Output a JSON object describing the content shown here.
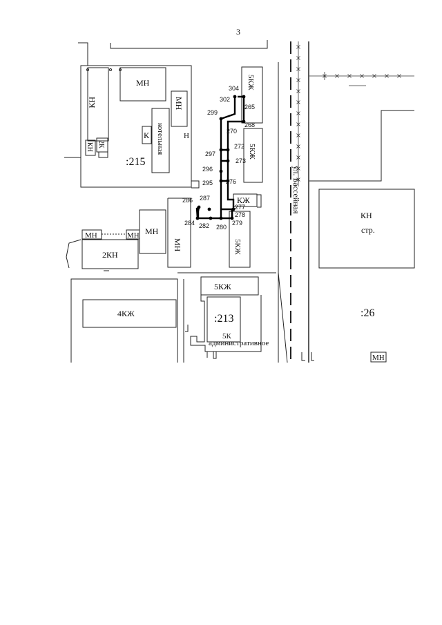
{
  "page_number": "3",
  "parcels": {
    "p215": ":215",
    "p213": ":213",
    "p26": ":26"
  },
  "street": "ул. Бассейная",
  "buildings": {
    "mn_top": "МН",
    "mn_tall": "МН",
    "kn_left": "КН",
    "kotelnaya": "котельная",
    "k_box": "К",
    "h_mark": "Н",
    "kn_small": "КН",
    "k2_small": "2К",
    "kzh5_top": "5КЖ",
    "kzh5_mid": "5КЖ",
    "kzh_small": "КЖ",
    "mn_mid": "МН",
    "mn_mid_tall": "МН",
    "mn_tag_left": "МН",
    "mn_tag_right": "МН",
    "kn2": "2КН",
    "kzh5_low": "5КЖ",
    "kzh4": "4КЖ",
    "kzh5_bottom": "5КЖ",
    "k5": "5К",
    "admin": "административное",
    "kn_right": "КН",
    "str": "стр.",
    "mn_tag_br": "МН"
  },
  "points": {
    "p304": "304",
    "p302": "302",
    "p265": "265",
    "p299": "299",
    "p268": "268",
    "p270": "270",
    "p272": "272",
    "p297": "297",
    "p273": "273",
    "p296": "296",
    "p295": "295",
    "p276": "276",
    "p286": "286",
    "p287": "287",
    "p277": "277",
    "p278": "278",
    "p284": "284",
    "p282": "282",
    "p280": "280",
    "p279": "279"
  }
}
